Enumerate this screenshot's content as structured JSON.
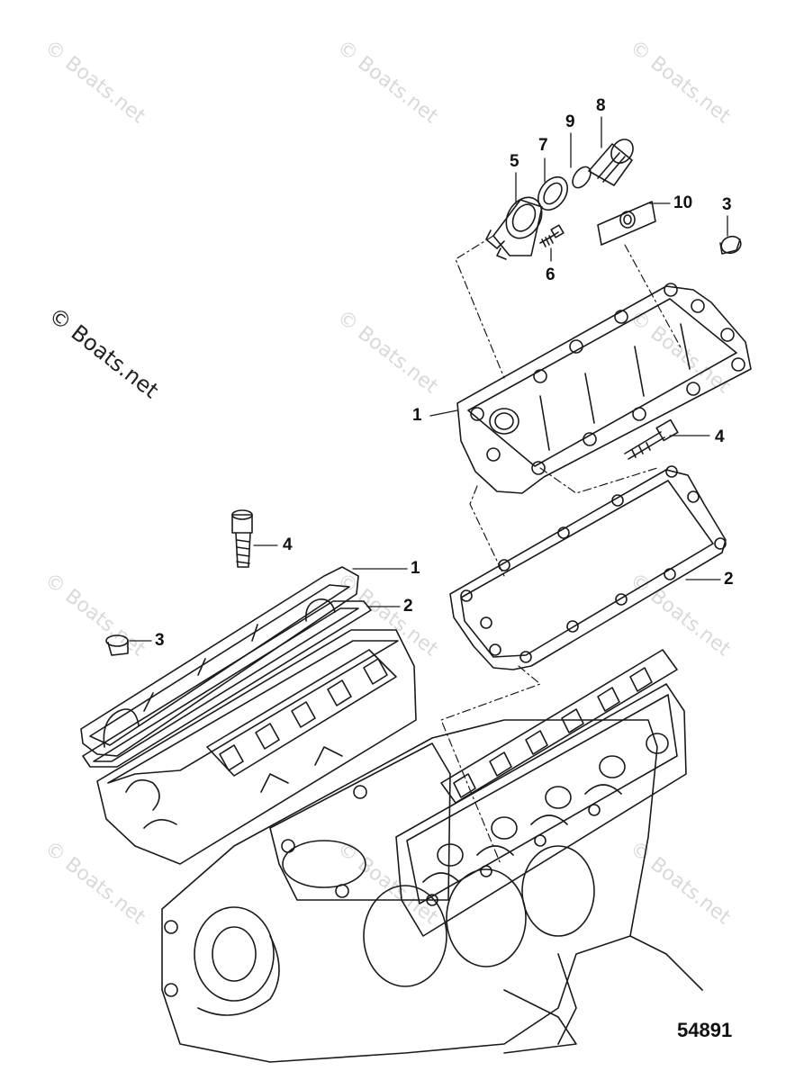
{
  "watermark": "© Boats.net",
  "watermark_prominent": "© Boats.net",
  "figure_number": "54891",
  "callouts": [
    {
      "id": "c5",
      "label": "5"
    },
    {
      "id": "c7",
      "label": "7"
    },
    {
      "id": "c9",
      "label": "9"
    },
    {
      "id": "c8",
      "label": "8"
    },
    {
      "id": "c10",
      "label": "10"
    },
    {
      "id": "c3a",
      "label": "3"
    },
    {
      "id": "c6",
      "label": "6"
    },
    {
      "id": "c1a",
      "label": "1"
    },
    {
      "id": "c4a",
      "label": "4"
    },
    {
      "id": "c4b",
      "label": "4"
    },
    {
      "id": "c1b",
      "label": "1"
    },
    {
      "id": "c2a",
      "label": "2"
    },
    {
      "id": "c2b",
      "label": "2"
    },
    {
      "id": "c3b",
      "label": "3"
    }
  ],
  "colors": {
    "line": "#1a1a1a",
    "watermark": "#d9d9d9",
    "background": "#ffffff"
  }
}
